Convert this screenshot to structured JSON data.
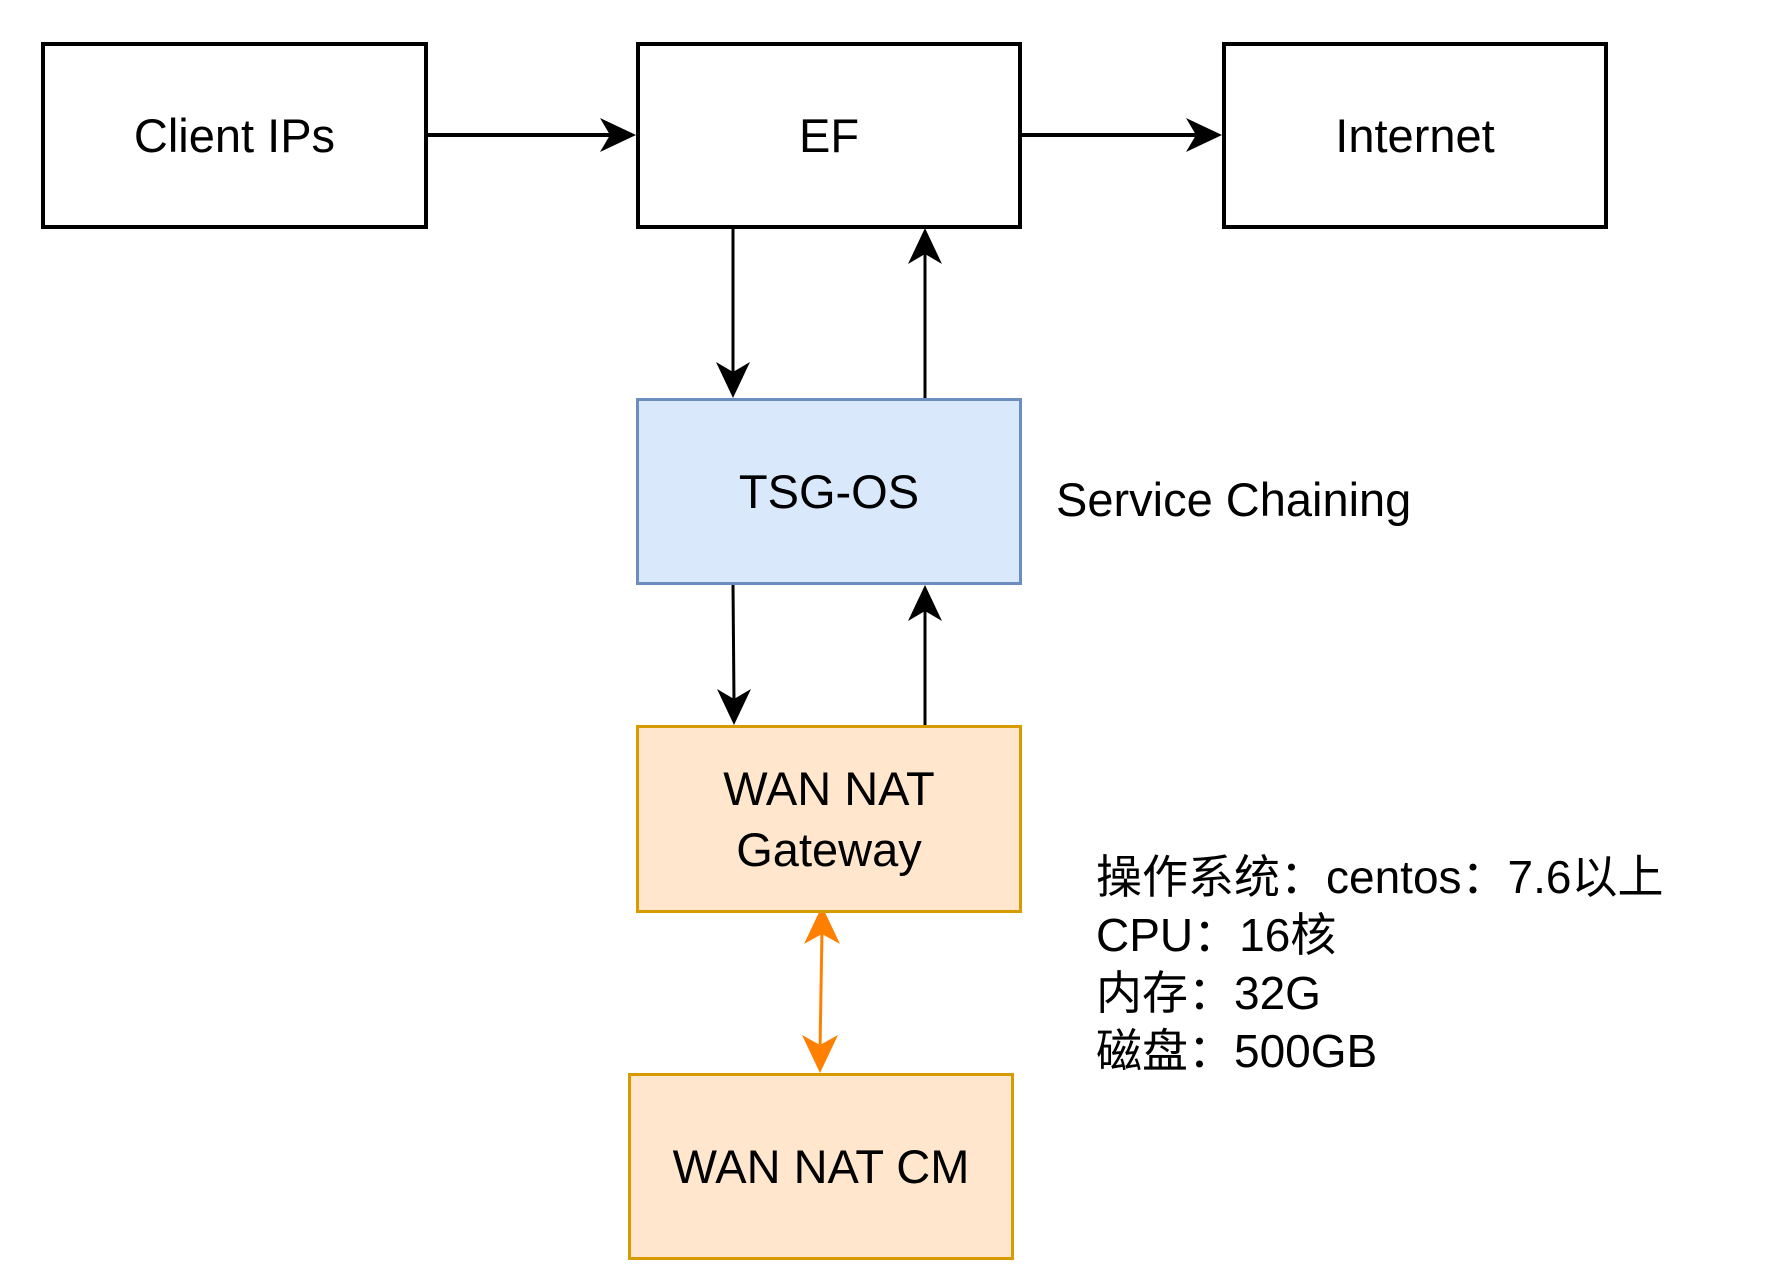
{
  "nodes": {
    "client_ips": "Client IPs",
    "ef": "EF",
    "internet": "Internet",
    "tsg_os": "TSG-OS",
    "wan_nat_gateway_line1": "WAN NAT",
    "wan_nat_gateway_line2": "Gateway",
    "wan_nat_cm": "WAN NAT CM"
  },
  "annotations": {
    "service_chaining": "Service Chaining",
    "specs": [
      "操作系统：centos：7.6以上",
      "CPU：16核",
      "内存：32G",
      "磁盘：500GB"
    ]
  },
  "colors": {
    "tsg_fill": "#dae8fc",
    "tsg_stroke": "#6c8ebf",
    "wan_fill": "#ffe6cc",
    "wan_stroke": "#d79b00",
    "bidirectional_edge": "#ff8000"
  },
  "edges": [
    {
      "from": "Client IPs",
      "to": "EF"
    },
    {
      "from": "EF",
      "to": "Internet"
    },
    {
      "from": "EF",
      "to": "TSG-OS"
    },
    {
      "from": "TSG-OS",
      "to": "EF"
    },
    {
      "from": "TSG-OS",
      "to": "WAN NAT Gateway"
    },
    {
      "from": "WAN NAT Gateway",
      "to": "TSG-OS"
    },
    {
      "from": "WAN NAT Gateway",
      "to": "WAN NAT CM",
      "bidirectional": true
    }
  ]
}
